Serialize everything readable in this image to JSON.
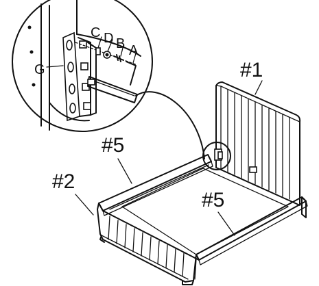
{
  "labels": {
    "headboard": "#1",
    "footboard": "#2",
    "left_rail": "#5",
    "right_rail": "#5"
  },
  "parts": {
    "a": "A",
    "b": "B",
    "c": "C",
    "d": "D",
    "g": "G"
  },
  "colors": {
    "ink": "#111111",
    "paper": "#ffffff"
  }
}
